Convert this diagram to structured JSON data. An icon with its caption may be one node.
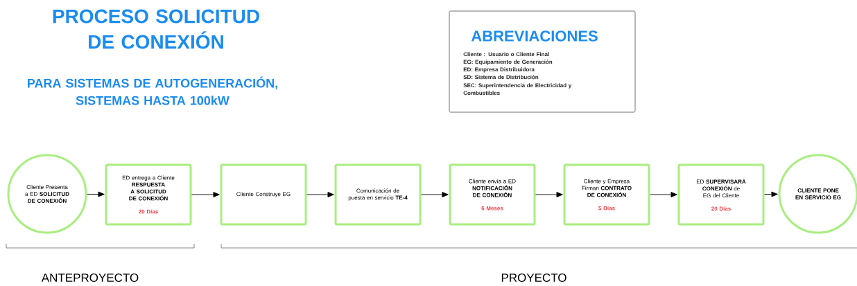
{
  "diagram": {
    "title": "PROCESO  SOLICITUD DE CONEXIÓN",
    "nodes": [
      {
        "text": [
          "Cliente Presenta a ED **SOLICITUD DE CONEXIÓN**"
        ]
      },
      {
        "text": [
          "ED entrega a Cliente **RESPUESTA A SOLICITUD DE CONEXIÓN**",
          "20 Días"
        ]
      },
      {
        "text": [
          "Cliente Construye EG"
        ]
      },
      {
        "text": [
          "Comunicación de puesta en servicio **TE-4**"
        ]
      },
      {
        "text": [
          "Cliente envía a ED **NOTIFICACIÓN DE CONEXIÓN**",
          "6 Meses"
        ]
      },
      {
        "text": [
          "Cliente y Empresa Firman **CONTRATO DE CONEXIÓN**",
          "5 Días"
        ]
      },
      {
        "text": [
          "ED **SUPERVISARÁ CONEXIÓN** de EG del Cliente",
          "20 Días"
        ]
      },
      {
        "text": [
          "CLIENTE PONE EN SERVICIO EG"
        ]
      },
      {
        "text": [
          "ABREVIACIONES",
          "Cliente : Usuario o Cliente Final",
          "EG: Equipamiento de Generación",
          "ED: Empresa Distribuidora",
          "SD: Sistema de Distribución",
          "SEC: Superintendencia de Electricidad y Combustibles"
        ]
      }
    ],
    "edges": [
      {
        "from": 0,
        "to": 1,
        "arrow": "to"
      },
      {
        "from": 1,
        "to": 2,
        "arrow": "to"
      },
      {
        "from": 2,
        "to": 3,
        "arrow": "to"
      },
      {
        "from": 3,
        "to": 4,
        "arrow": "to"
      },
      {
        "from": 4,
        "to": 5,
        "arrow": "to"
      },
      {
        "from": 5,
        "to": 6,
        "arrow": "to"
      },
      {
        "from": 6,
        "to": 7,
        "arrow": "to"
      }
    ],
    "labels": [
      "PARA SISTEMAS DE AUTOGENERACIÓN, SISTEMAS HASTA 100kW",
      "ANTEPROYECTO",
      "PROYECTO"
    ]
  }
}
